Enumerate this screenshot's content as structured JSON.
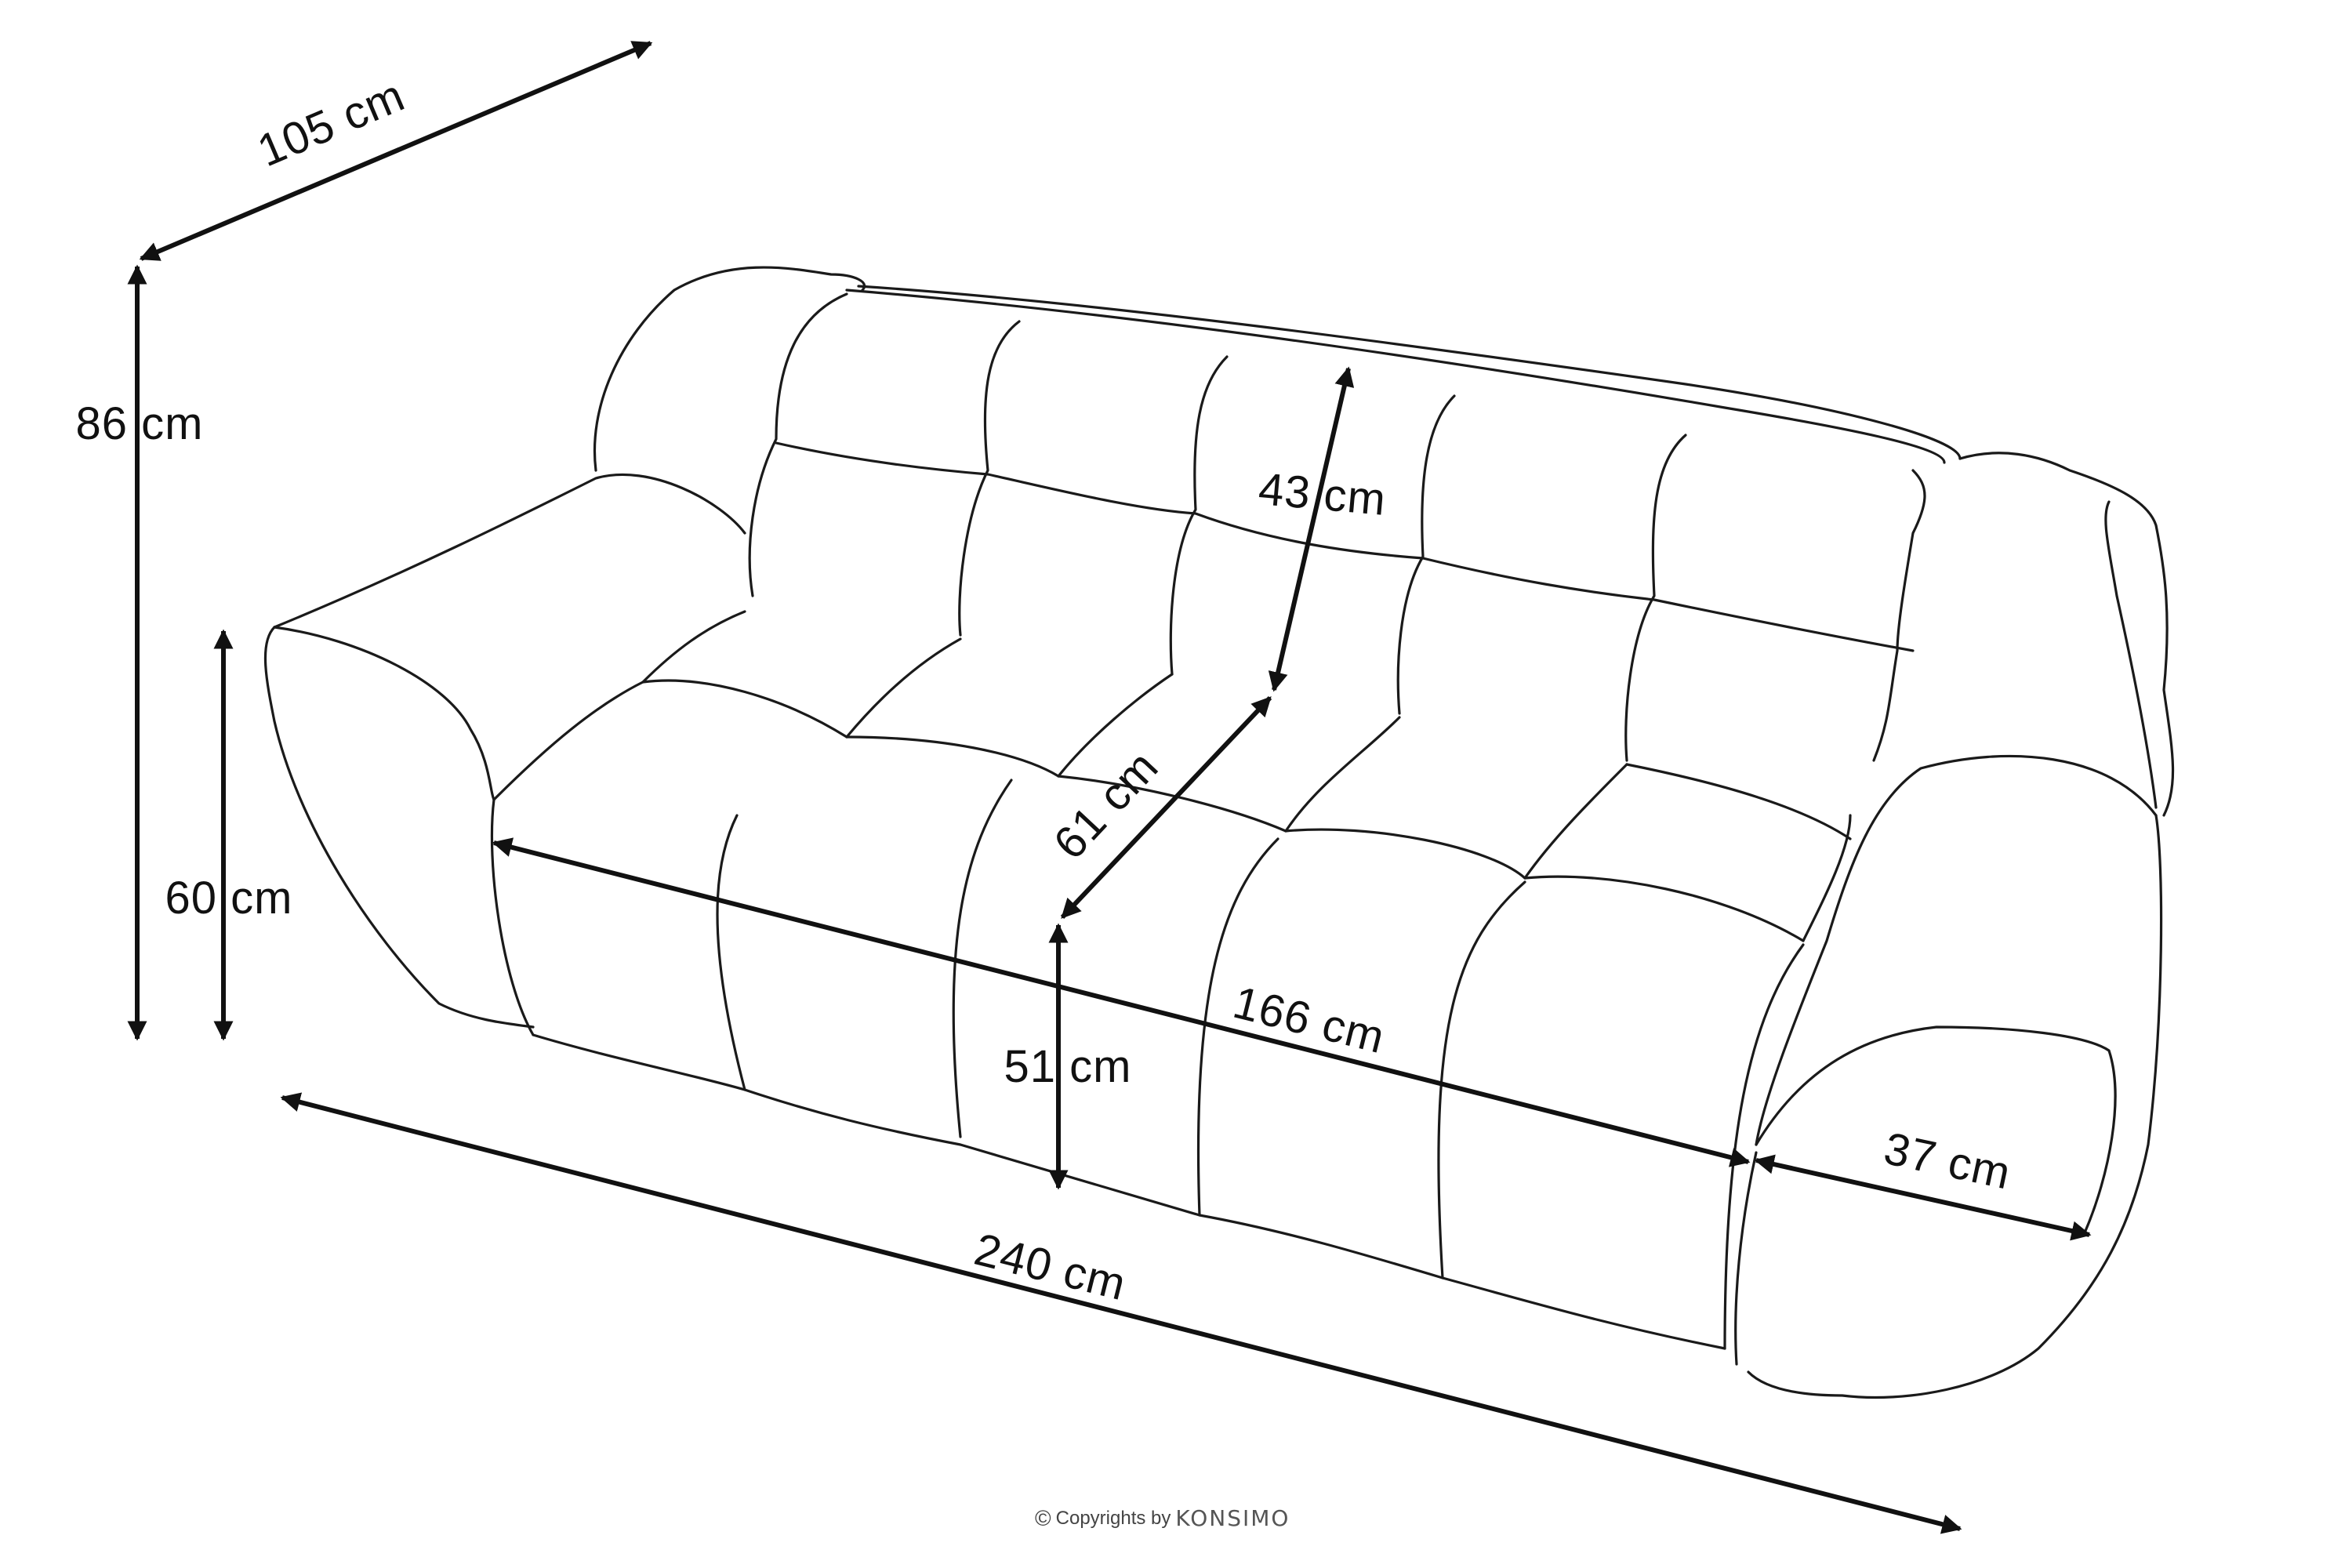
{
  "dimensions": {
    "depth": "105 cm",
    "total_height": "86 cm",
    "armrest_height": "60 cm",
    "backrest_height": "43 cm",
    "seat_depth": "61 cm",
    "seat_height": "51 cm",
    "seat_width": "166 cm",
    "armrest_width": "37 cm",
    "total_width": "240 cm"
  },
  "footer": {
    "copyright_symbol": "©",
    "copyright_text": "Copyrights by",
    "brand": "KONSIMO"
  },
  "colors": {
    "line": "#1a1a1a",
    "background": "#ffffff"
  }
}
